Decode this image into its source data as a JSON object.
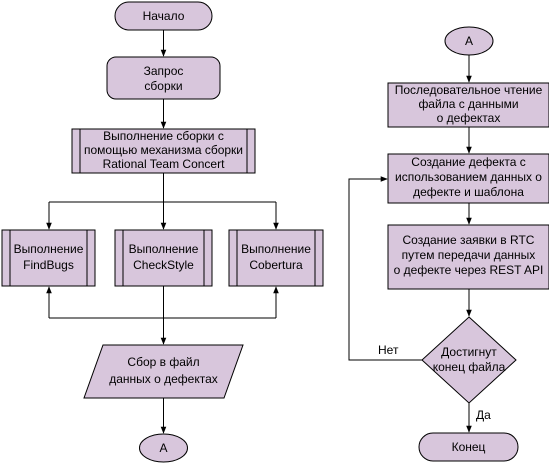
{
  "left": {
    "start": "Начало",
    "request": [
      "Запрос",
      "сборки"
    ],
    "build": [
      "Выполнение сборки с",
      "помощью механизма сборки",
      "Rational Team Concert"
    ],
    "findbugs": [
      "Выполнение",
      "FindBugs"
    ],
    "checkstyle": [
      "Выполнение",
      "CheckStyle"
    ],
    "cobertura": [
      "Выполнение",
      "Cobertura"
    ],
    "collect": [
      "Сбор в файл",
      "данных о дефектах"
    ],
    "connector": "A"
  },
  "right": {
    "connector": "A",
    "read": [
      "Последовательное чтение",
      "файла с данными",
      "о дефектах"
    ],
    "create_defect": [
      "Создание дефекта с",
      "использованием данных о",
      "дефекте и шаблона"
    ],
    "create_request": [
      "Создание заявки в RTC",
      "путем передачи данных",
      "о дефекте через REST API"
    ],
    "decision": [
      "Достигнут",
      "конец файла"
    ],
    "no_label": "Нет",
    "yes_label": "Да",
    "end": "Конец"
  },
  "colors": {
    "shape_fill": "#d8c6dc",
    "stroke": "#000000",
    "background": "#ffffff"
  }
}
